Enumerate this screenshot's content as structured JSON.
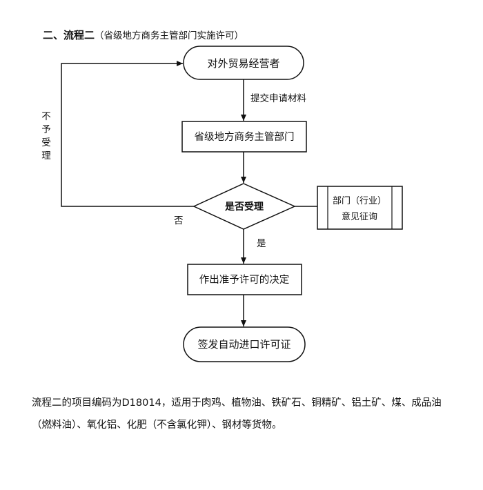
{
  "title": {
    "main": "二、流程二",
    "sub": "（省级地方商务主管部门实施许可）"
  },
  "nodes": {
    "start": "对外贸易经营者",
    "submit_label": "提交申请材料",
    "dept": "省级地方商务主管部门",
    "decision": "是否受理",
    "reject_label": "不予受理",
    "no_label": "否",
    "yes_label": "是",
    "consult_line1": "部门（行业）",
    "consult_line2": "意见征询",
    "decide": "作出准予许可的决定",
    "end": "签发自动进口许可证"
  },
  "note": "流程二的项目编码为D18014，适用于肉鸡、植物油、铁矿石、铜精矿、铝土矿、煤、成品油（燃料油）、氧化铝、化肥（不含氯化钾）、钢材等货物。"
}
